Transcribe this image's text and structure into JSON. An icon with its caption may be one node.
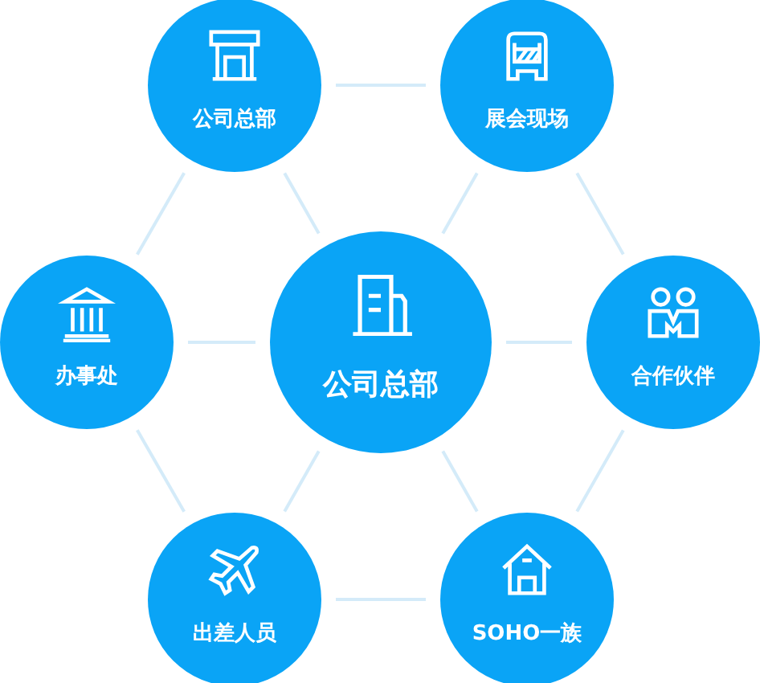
{
  "diagram": {
    "nodes": [
      {
        "text": [
          "公司总部"
        ]
      },
      {
        "text": [
          "展会现场"
        ]
      },
      {
        "text": [
          "办事处"
        ]
      },
      {
        "text": [
          "公司总部"
        ]
      },
      {
        "text": [
          "合作伙伴"
        ]
      },
      {
        "text": [
          "出差人员"
        ]
      },
      {
        "text": [
          "SOHO一族"
        ]
      }
    ],
    "edges": [
      {
        "from": 0,
        "to": 1,
        "arrow": "none"
      },
      {
        "from": 1,
        "to": 4,
        "arrow": "none"
      },
      {
        "from": 4,
        "to": 6,
        "arrow": "none"
      },
      {
        "from": 6,
        "to": 5,
        "arrow": "none"
      },
      {
        "from": 5,
        "to": 2,
        "arrow": "none"
      },
      {
        "from": 2,
        "to": 0,
        "arrow": "none"
      },
      {
        "from": 3,
        "to": 0,
        "arrow": "none"
      },
      {
        "from": 3,
        "to": 1,
        "arrow": "none"
      },
      {
        "from": 3,
        "to": 2,
        "arrow": "none"
      },
      {
        "from": 3,
        "to": 4,
        "arrow": "none"
      },
      {
        "from": 3,
        "to": 5,
        "arrow": "none"
      },
      {
        "from": 3,
        "to": 6,
        "arrow": "none"
      }
    ]
  }
}
